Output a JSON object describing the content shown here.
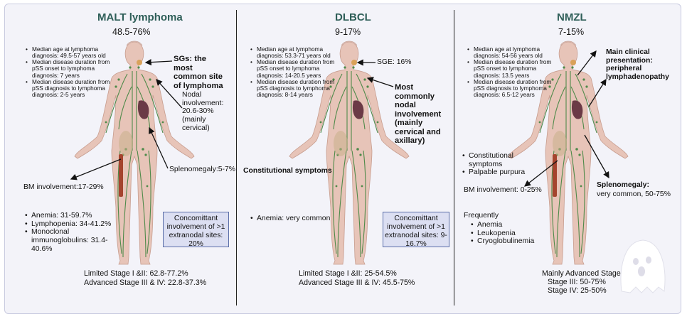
{
  "colors": {
    "title": "#2e5e58",
    "skin": "#e7c4b8",
    "skin_edge": "#c79d8f",
    "lymph": "#4f8a4a",
    "box_fill": "#dcdff2",
    "box_border": "#5b6ea8",
    "spleen": "#6b3a46"
  },
  "icons": [
    "human-body-icon",
    "lymph-network-icon",
    "spleen-icon",
    "salivary-gland-icon",
    "bone-marrow-icon",
    "ghost-mascot-icon"
  ],
  "malt": {
    "title": "MALT lymphoma",
    "range": "48.5-76%",
    "info": [
      "Median age at lymphoma diagnosis: 49.5-57 years old",
      "Median disease duration from pSS onset to lymphoma diagnosis: 7 years",
      "Median disease duration from pSS diagnosis to lymphoma diagnosis: 2-5 years"
    ],
    "sg_callout": "SGs: the most common site of lymphoma",
    "nodal": "Nodal involvement: 20.6-30% (mainly cervical)",
    "splenomegaly": "Splenomegaly:5-7%",
    "bm": "BM involvement:17-29%",
    "labs": [
      "Anemia: 31-59.7%",
      "Lymphopenia: 34-41.2%",
      "Monoclonal immunoglobulins: 31.4-40.6%"
    ],
    "box": "Concomittant involvement of >1 extranodal sites: 20%",
    "stage1": "Limited Stage I &II: 62.8-77.2%",
    "stage2": "Advanced Stage III & IV: 22.8-37.3%"
  },
  "dlbcl": {
    "title": "DLBCL",
    "range": "9-17%",
    "info": [
      "Median age at lymphoma diagnosis: 53.3-71 years old",
      "Median disease duration from pSS onset to lymphoma diagnosis: 14-20.5 years",
      "Median disease duration from pSS diagnosis to lymphoma diagnosis: 8-14 years"
    ],
    "sge": "SGE: 16%",
    "nodal": "Most commonly nodal involvement (mainly cervical and axillary)",
    "constitutional": "Constitutional symptoms",
    "anemia": "Anemia: very common",
    "box": "Concomittant involvement of >1 extranodal sites: 9-16.7%",
    "stage1": "Limited Stage I &II: 25-54.5%",
    "stage2": "Advanced Stage III & IV: 45.5-75%"
  },
  "nmzl": {
    "title": "NMZL",
    "range": "7-15%",
    "info": [
      "Median age at lymphoma diagnosis: 54-56 years old",
      "Median disease duration from pSS onset to lymphoma diagnosis: 13.5 years",
      "Median disease duration from pSS diagnosis to lymphoma diagnosis: 6.5-12 years"
    ],
    "main": "Main clinical presentation: peripheral lymphadenopathy",
    "sym": [
      "Constitutional symptoms",
      "Palpable purpura"
    ],
    "bm": "BM involvement: 0-25%",
    "spleno_title": "Splenomegaly:",
    "spleno_value": "very common, 50-75%",
    "freq_title": "Frequently",
    "freq": [
      "Anemia",
      "Leukopenia",
      "Cryoglobulinemia"
    ],
    "stage0": "Mainly Advanced Stage",
    "stage1": "Stage III: 50-75%",
    "stage2": "Stage IV: 25-50%"
  }
}
